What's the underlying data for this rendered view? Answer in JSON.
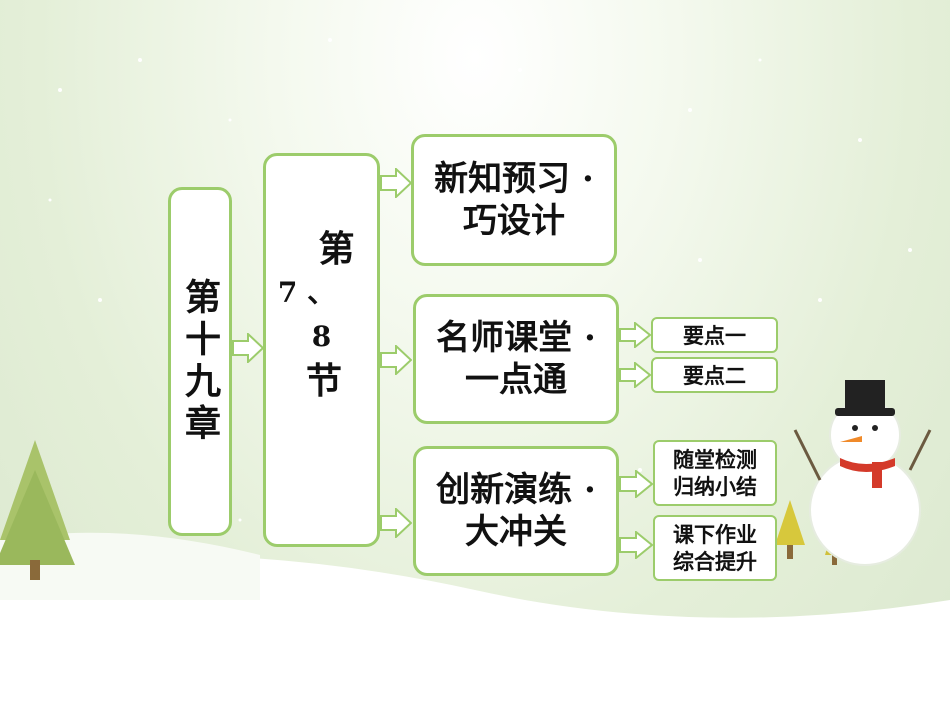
{
  "chapter": {
    "label": "第十九章"
  },
  "section": {
    "line1": "第",
    "line2": "7 、",
    "line3": "8",
    "line4": "节"
  },
  "branches": [
    {
      "line1": "新知预习 ·",
      "line2": "巧设计"
    },
    {
      "line1": "名师课堂 ·",
      "line2": "一点通"
    },
    {
      "line1": "创新演练 ·",
      "line2": "大冲关"
    }
  ],
  "subitems": [
    {
      "label": "要点一"
    },
    {
      "label": "要点二"
    },
    {
      "line1": "随堂检测",
      "line2": "归纳小结"
    },
    {
      "line1": "课下作业",
      "line2": "综合提升"
    }
  ],
  "colors": {
    "border": "#9ccc6b",
    "arrow_fill": "#ffffff",
    "arrow_stroke": "#9ccc6b"
  }
}
